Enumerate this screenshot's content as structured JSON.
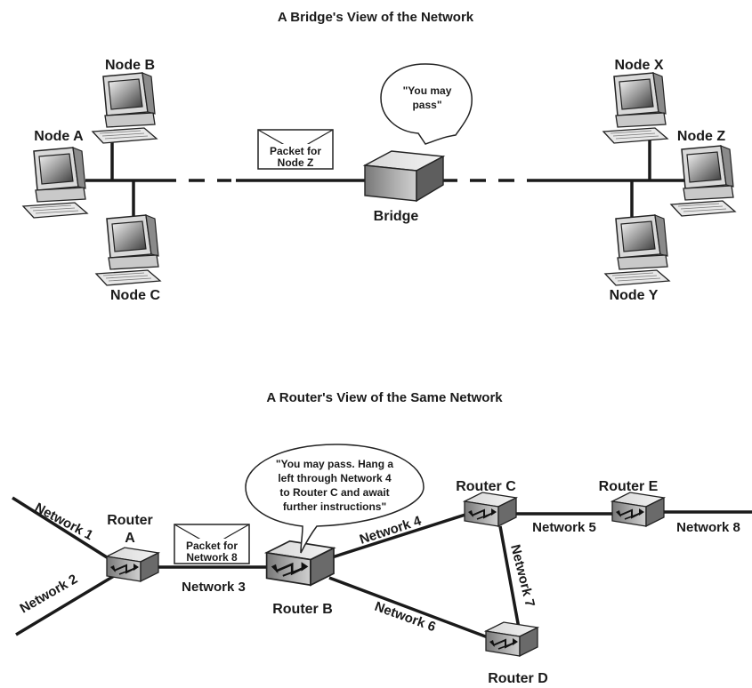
{
  "bridge_view": {
    "title": "A Bridge's View of the Network",
    "nodes": {
      "a": "Node A",
      "b": "Node B",
      "c": "Node C",
      "x": "Node X",
      "y": "Node Y",
      "z": "Node Z"
    },
    "bridge_label": "Bridge",
    "packet": {
      "line1": "Packet for",
      "line2": "Node Z"
    },
    "speech": {
      "line1": "\"You may",
      "line2": "pass\""
    }
  },
  "router_view": {
    "title": "A Router's View of the Same Network",
    "routers": {
      "a_line1": "Router",
      "a_line2": "A",
      "b": "Router B",
      "c": "Router C",
      "d": "Router D",
      "e": "Router E"
    },
    "networks": {
      "n1": "Network 1",
      "n2": "Network 2",
      "n3": "Network 3",
      "n4": "Network 4",
      "n5": "Network 5",
      "n6": "Network 6",
      "n7": "Network 7",
      "n8": "Network 8"
    },
    "packet": {
      "line1": "Packet for",
      "line2": "Network 8"
    },
    "speech": {
      "line1": "\"You may pass.  Hang a",
      "line2": "left through Network 4",
      "line3": "to Router C and await",
      "line4": "further instructions\""
    }
  }
}
